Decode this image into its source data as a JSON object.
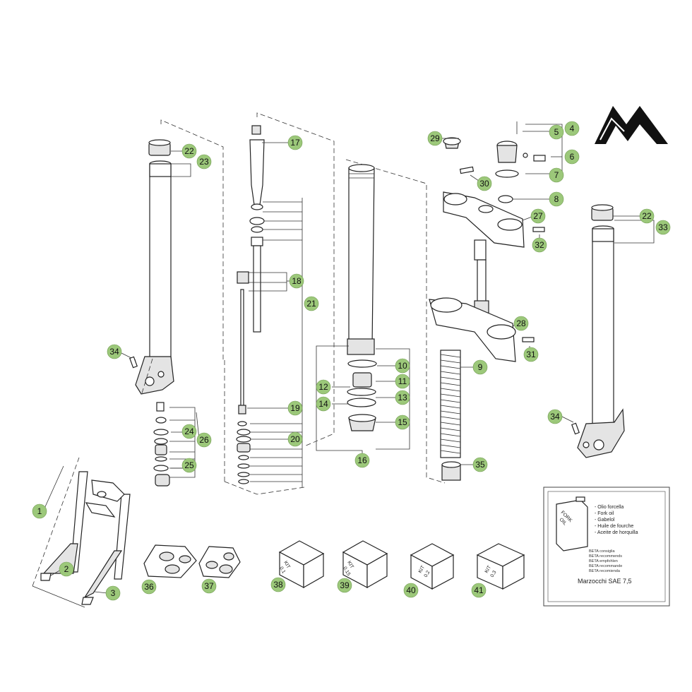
{
  "labels": [
    "1",
    "2",
    "3",
    "4",
    "5",
    "6",
    "7",
    "8",
    "9",
    "10",
    "11",
    "12",
    "13",
    "14",
    "15",
    "16",
    "17",
    "18",
    "19",
    "20",
    "21",
    "22",
    "23",
    "24",
    "25",
    "26",
    "27",
    "28",
    "29",
    "30",
    "31",
    "32",
    "33",
    "34",
    "35",
    "36",
    "37",
    "38",
    "39",
    "40",
    "41",
    "22",
    "34"
  ],
  "kits": [
    {
      "l1": "KIT",
      "l2": "0.1"
    },
    {
      "l1": "KIT",
      "l2": "0.15"
    },
    {
      "l1": "KIT",
      "l2": "0.2"
    },
    {
      "l1": "KIT",
      "l2": "0.3"
    }
  ],
  "oil": {
    "can_label_1": "FORK",
    "can_label_2": "OIL",
    "names": [
      "- Olio forcella",
      "- Fork oil",
      "- Gabelol",
      "- Huile de fourche",
      "- Aceite de horquilla"
    ],
    "recommends": [
      "BETA consiglia",
      "BETA recommends",
      "BETA empfohlen",
      "BETA recommande",
      "BETA recomienda"
    ],
    "product": "Marzocchi SAE 7,5"
  },
  "colors": {
    "badge_fill": "#9cc87a",
    "badge_stroke": "#6f9a4f",
    "line": "#222222"
  }
}
